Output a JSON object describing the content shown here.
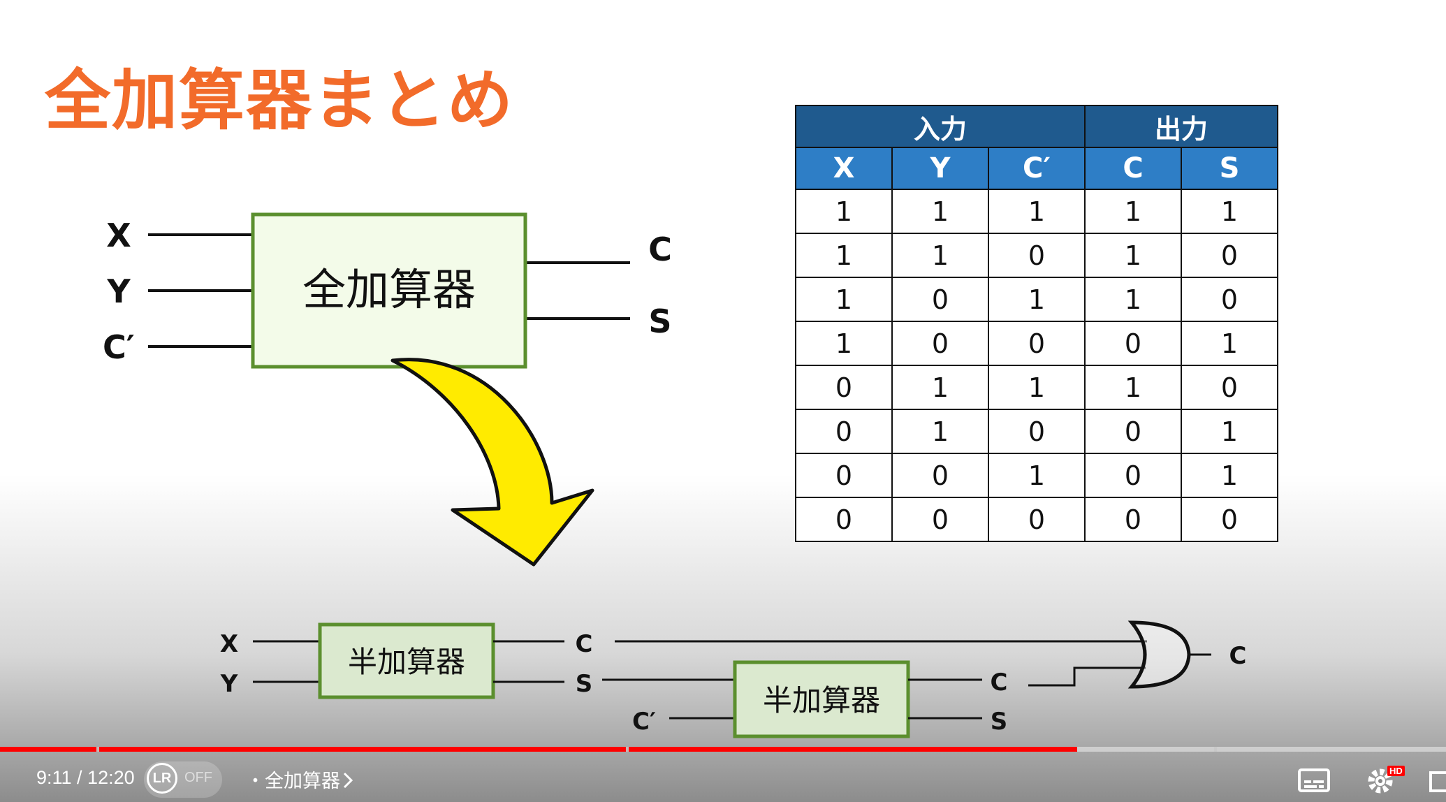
{
  "slide": {
    "title": "全加算器まとめ"
  },
  "full_adder_block": {
    "label": "全加算器",
    "inputs": [
      "X",
      "Y",
      "C′"
    ],
    "outputs": [
      "C",
      "S"
    ]
  },
  "truth_table": {
    "group_headers": [
      {
        "label": "入力",
        "span": 3
      },
      {
        "label": "出力",
        "span": 2
      }
    ],
    "columns": [
      "X",
      "Y",
      "C′",
      "C",
      "S"
    ],
    "rows": [
      [
        "1",
        "1",
        "1",
        "1",
        "1"
      ],
      [
        "1",
        "1",
        "0",
        "1",
        "0"
      ],
      [
        "1",
        "0",
        "1",
        "1",
        "0"
      ],
      [
        "1",
        "0",
        "0",
        "0",
        "1"
      ],
      [
        "0",
        "1",
        "1",
        "1",
        "0"
      ],
      [
        "0",
        "1",
        "0",
        "0",
        "1"
      ],
      [
        "0",
        "0",
        "1",
        "0",
        "1"
      ],
      [
        "0",
        "0",
        "0",
        "0",
        "0"
      ]
    ]
  },
  "circuit": {
    "half_adder_label": "半加算器",
    "half_adder_1": {
      "inputs": [
        "X",
        "Y"
      ],
      "outputs": [
        "C",
        "S"
      ]
    },
    "half_adder_2": {
      "inputs": [
        "C′"
      ],
      "outputs": [
        "C",
        "S"
      ]
    },
    "or_output": "C"
  },
  "player": {
    "time": "9:11 / 12:20",
    "autoplay_logo": "LR",
    "autoplay_state": "OFF",
    "chapter": "・全加算器",
    "progress_fraction": 0.745,
    "hd_badge": "HD",
    "colors": {
      "progress": "#ff0000",
      "title": "#f26b2a",
      "table_header_dark": "#1f5a8e",
      "table_header_light": "#2e7ec6"
    },
    "icons": [
      "chevron-right-icon",
      "subtitles-icon",
      "settings-gear-icon",
      "fullscreen-icon"
    ]
  }
}
